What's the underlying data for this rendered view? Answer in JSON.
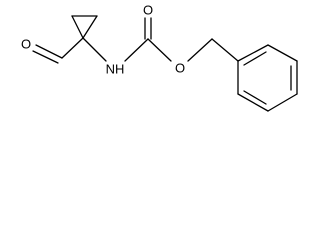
{
  "molecule": {
    "atom_labels": {
      "aldehyde_oxygen": "O",
      "amine_nitrogen": "NH",
      "carbonyl_oxygen": "O",
      "ester_oxygen": "O"
    },
    "colors": {
      "bond": "#000000",
      "label": "#000000",
      "background": "#ffffff"
    }
  }
}
